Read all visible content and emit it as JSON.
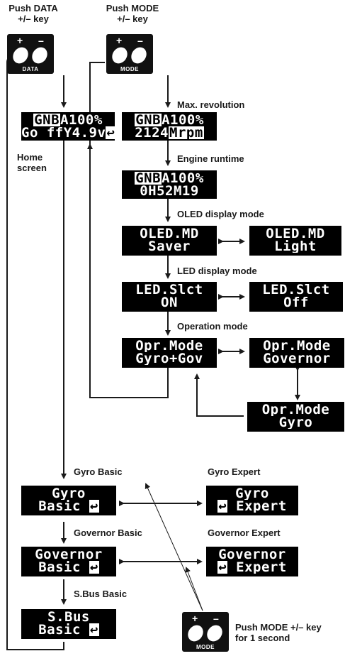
{
  "labels": {
    "push_data": "Push DATA",
    "push_data_key": "+/– key",
    "push_mode": "Push MODE",
    "push_mode_key": "+/– key",
    "max_revolution": "Max. revolution",
    "home_screen_1": "Home",
    "home_screen_2": "screen",
    "engine_runtime": "Engine runtime",
    "oled_display_mode": "OLED display mode",
    "led_display_mode": "LED display mode",
    "operation_mode": "Operation mode",
    "gyro_basic": "Gyro Basic",
    "gyro_expert": "Gyro Expert",
    "governor_basic": "Governor Basic",
    "governor_expert": "Governor Expert",
    "sbus_basic": "S.Bus Basic",
    "push_mode_long_1": "Push MODE +/– key",
    "push_mode_long_2": "for 1 second"
  },
  "keys": {
    "data_key": {
      "plus": "+",
      "minus": "–",
      "name": "DATA"
    },
    "mode_key": {
      "plus": "+",
      "minus": "–",
      "name": "MODE"
    },
    "mode_key_bottom": {
      "plus": "+",
      "minus": "–",
      "name": "MODE"
    }
  },
  "screens": {
    "home": {
      "line1_icons": "GNB",
      "line1_value": "A100%",
      "line2_icons": "Go ffY",
      "line2_value": "4.9v",
      "line2_end": "↩"
    },
    "max_revolution": {
      "line1_icons": "GNB",
      "line1_value": "A100%",
      "line2_value": "2124",
      "line2_unit": "Mrpm"
    },
    "engine_runtime": {
      "line1_icons": "GNB",
      "line1_value": "A100%",
      "line2": "0H52M19"
    },
    "oled_saver": {
      "line1": "OLED.MD",
      "line2": "Saver"
    },
    "oled_light": {
      "line1": "OLED.MD",
      "line2": "Light"
    },
    "led_on": {
      "line1": "LED.Slct",
      "line2": "ON"
    },
    "led_off": {
      "line1": "LED.Slct",
      "line2": "Off"
    },
    "opr_gyro_gov": {
      "line1": "Opr.Mode",
      "line2": "Gyro+Gov"
    },
    "opr_governor": {
      "line1": "Opr.Mode",
      "line2": "Governor"
    },
    "opr_gyro": {
      "line1": "Opr.Mode",
      "line2": "Gyro"
    },
    "gyro_basic": {
      "line1": "Gyro",
      "line2": "Basic",
      "end": "↩"
    },
    "gyro_expert": {
      "line1": "Gyro",
      "line2": "Expert",
      "start": "↩"
    },
    "governor_basic": {
      "line1": "Governor",
      "line2": "Basic",
      "end": "↩"
    },
    "governor_expert": {
      "line1": "Governor",
      "line2": "Expert",
      "start": "↩"
    },
    "sbus_basic": {
      "line1": "S.Bus",
      "line2": "Basic",
      "end": "↩"
    }
  }
}
